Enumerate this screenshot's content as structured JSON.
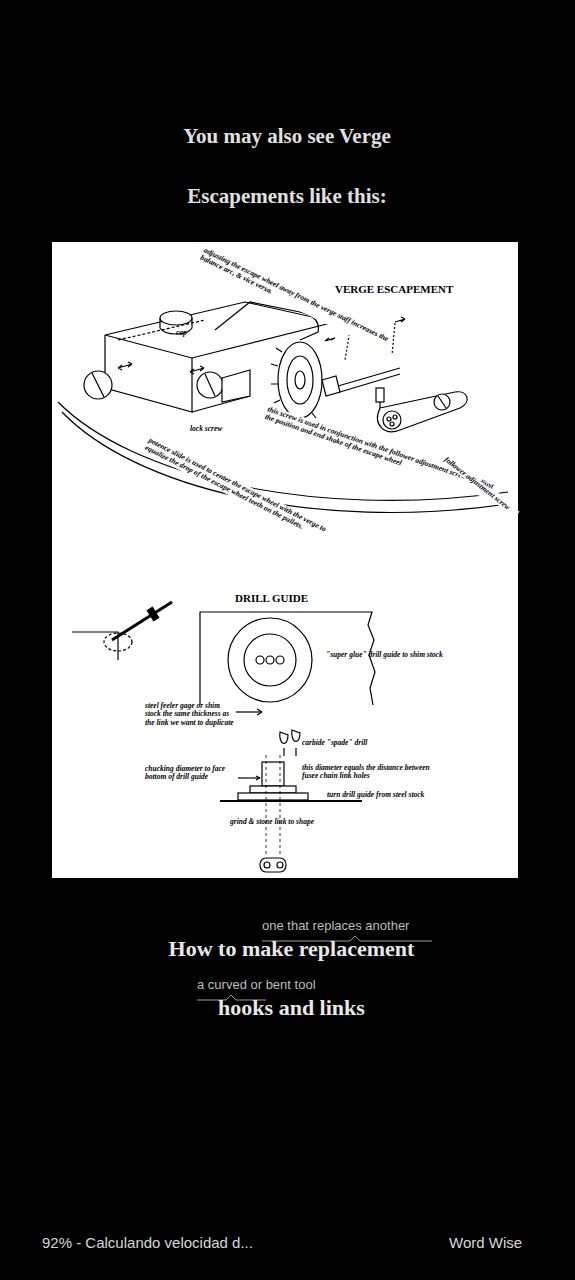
{
  "diagram": {
    "title": "You may also see Verge Escapements like this:",
    "labels": [
      "VERGE ESCAPEMENT",
      "adjusting the escape wheel away from the verge staff increases the balance arc, & vice versa.",
      "cap",
      "lock screw",
      "this screw is used in conjunction with the follower adjustment screw to adjust the position and end shake of the escape wheel",
      "potence slide is used to center the escape wheel with the verge to equalize the drop of the escape wheel teeth on the pallets.",
      "follower adjustment screw",
      "DRILL GUIDE",
      "\"super glue\" drill guide to shim stock",
      "steel feeler gage or shim stock the same thickness as the link we want to duplicate",
      "carbide \"spade\" drill",
      "this diameter equals the distance between fusee chain link holes",
      "chucking diameter to face bottom of drill guide",
      "turn drill guide from steel stock",
      "grind & stone link to shape",
      "one that replaces another",
      "How to make replacement",
      "a curved or bent tool",
      "hooks and links",
      "92% - Calculando velocidad d...",
      "Word Wise"
    ]
  }
}
